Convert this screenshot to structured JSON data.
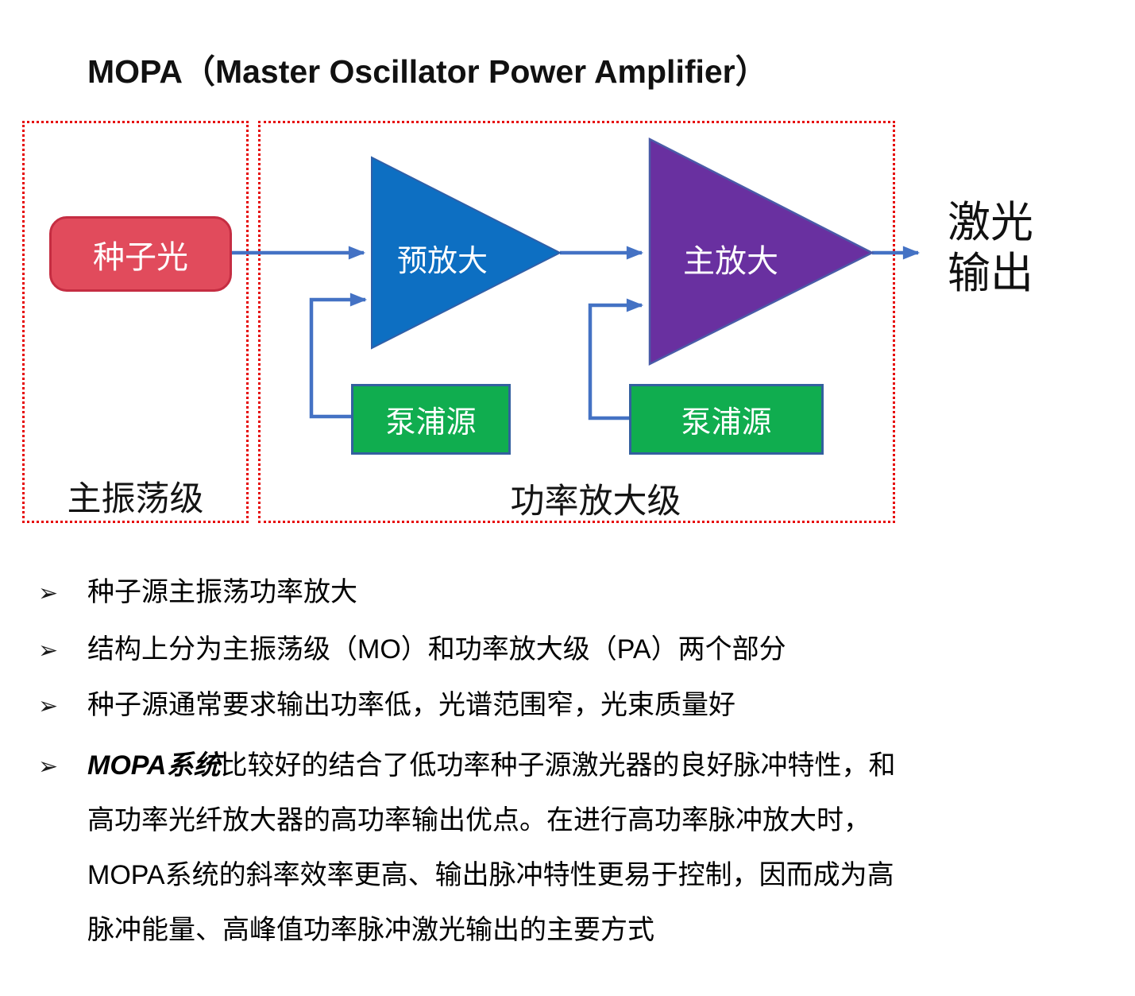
{
  "title": "MOPA（Master Oscillator Power Amplifier）",
  "diagram": {
    "seed_label": "种子光",
    "mo_stage_label": "主振荡级",
    "pa_stage_label": "功率放大级",
    "pre_amp_label": "预放大",
    "main_amp_label": "主放大",
    "pump1_label": "泵浦源",
    "pump2_label": "泵浦源",
    "output_label": "激光\n输出",
    "colors": {
      "seed_fill": "#e14b5c",
      "seed_border": "#c52d42",
      "pre_amp_fill": "#0d6fc2",
      "main_amp_fill": "#6930a0",
      "pump_fill": "#10ad4f",
      "pump_border": "#33609f",
      "arrow": "#4472c4",
      "dashed_border": "#e60000"
    }
  },
  "bullets": {
    "marker": "➢",
    "items": [
      {
        "text": "种子源主振荡功率放大"
      },
      {
        "text": "结构上分为主振荡级（MO）和功率放大级（PA）两个部分"
      },
      {
        "text": "种子源通常要求输出功率低，光谱范围窄，光束质量好"
      },
      {
        "lead": "MOPA系统",
        "lines": [
          "比较好的结合了低功率种子源激光器的良好脉冲特性，和",
          "高功率光纤放大器的高功率输出优点。在进行高功率脉冲放大时，",
          "MOPA系统的斜率效率更高、输出脉冲特性更易于控制，因而成为高",
          "脉冲能量、高峰值功率脉冲激光输出的主要方式"
        ]
      }
    ]
  }
}
